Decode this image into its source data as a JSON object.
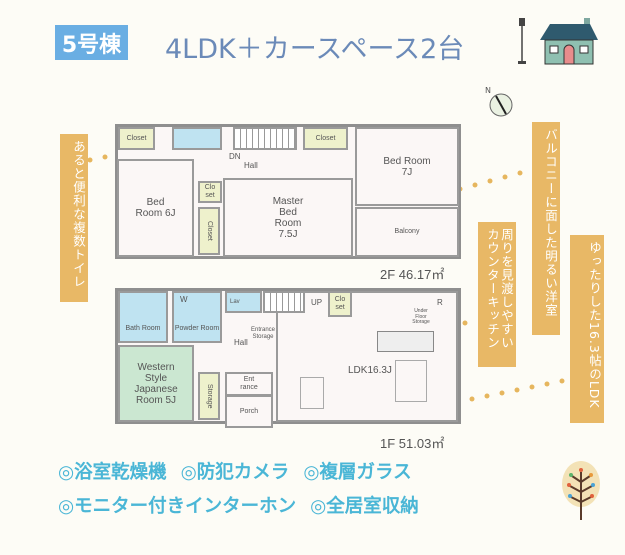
{
  "header": {
    "building": "5号棟",
    "title": "4LDK＋カースペース2台"
  },
  "callouts": {
    "toilets": "あると便利な複数トイレ",
    "bedroom": "バルコニーに面した明るい洋室",
    "kitchen": "周りを見渡しやすいカウンターキッチン",
    "ldk": "ゆったりした16.3帖のLDK"
  },
  "compass": {
    "north": "N"
  },
  "floor2": {
    "area": "2F 46.17㎡",
    "rooms": {
      "closet1": "Closet",
      "closet2": "Closet",
      "dn": "DN",
      "hall": "Hall",
      "bed7": "Bed Room 7J",
      "bed6": "Bed Room 6J",
      "cloSet": "Clo set",
      "closetV": "Closet",
      "master": "Master Bed Room 7.5J",
      "balcony": "Balcony"
    }
  },
  "floor1": {
    "area": "1F 51.03㎡",
    "rooms": {
      "bath": "Bath Room",
      "powder": "Powder Room",
      "w": "W",
      "lav": "Lav",
      "up": "UP",
      "cloSet": "Clo set",
      "r": "R",
      "underFloor": "Under Floor Storage",
      "entStorage": "Entrance Storage",
      "hall": "Hall",
      "japanese": "Western Style Japanese Room 5J",
      "storage": "Storage",
      "entrance": "Ent rance",
      "porch": "Porch",
      "ldk": "LDK16.3J"
    }
  },
  "features": {
    "line1": [
      "◎浴室乾燥機",
      "◎防犯カメラ",
      "◎複層ガラス"
    ],
    "line2": [
      "◎モニター付きインターホン",
      "◎全居室収納"
    ]
  },
  "colors": {
    "badge": "#6aaee3",
    "title": "#6b8ab8",
    "callout": "#e8b866",
    "features": "#4ab6d6"
  }
}
